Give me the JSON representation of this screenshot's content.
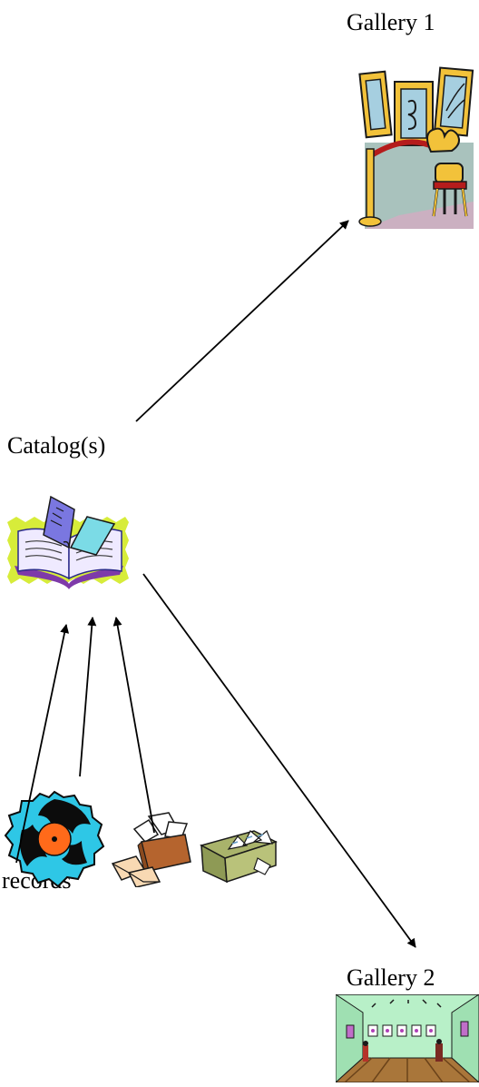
{
  "labels": {
    "gallery1": "Gallery 1",
    "catalog": "Catalog(s)",
    "records": "records",
    "gallery2": "Gallery 2"
  },
  "icons": {
    "gallery1": "gallery-with-paintings-icon",
    "catalog": "open-book-icon",
    "vinyl": "vinyl-record-icon",
    "box": "archive-box-with-letters-icon",
    "files": "file-box-icon",
    "gallery2": "exhibition-room-icon"
  },
  "arrows": [
    {
      "from": "catalog",
      "to": "gallery1"
    },
    {
      "from": "catalog",
      "to": "gallery2"
    },
    {
      "from": "records",
      "to": "catalog"
    }
  ],
  "colors": {
    "arrow": "#000000",
    "vinyl": "#2ec7e6",
    "vinyl_label": "#ff6a1a",
    "gallery_floor": "#a9763a",
    "gallery_wall": "#b8f0c8",
    "book_pages": "#e9e4ff",
    "book_cover": "#7e3aa9"
  }
}
